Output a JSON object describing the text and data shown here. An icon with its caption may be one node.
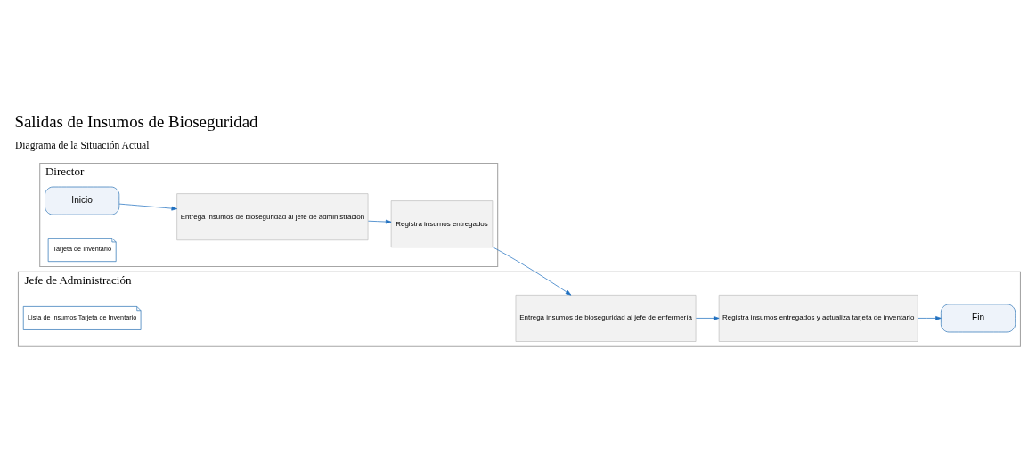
{
  "diagram": {
    "title": "Salidas de Insumos de Bioseguridad",
    "nodes": [
      {
        "text": [
          "Director"
        ]
      },
      {
        "text": [
          "Inicio"
        ],
        "in": 0
      },
      {
        "text": [
          "Entrega insumos de bioseguridad al jefe de administración"
        ],
        "in": 0
      },
      {
        "text": [
          "Registra insumos entregados"
        ],
        "in": 0
      },
      {
        "text": [
          "Tarjeta de Inventario"
        ],
        "in": 0
      },
      {
        "text": [
          "Jefe de Administración"
        ]
      },
      {
        "text": [
          "Entrega insumos de bioseguridad al jefe de enfermería"
        ],
        "in": 5
      },
      {
        "text": [
          "Registra insumos entregados y actualiza tarjeta de inventario"
        ],
        "in": 5
      },
      {
        "text": [
          "Fin"
        ],
        "in": 5
      },
      {
        "text": [
          "Lista de Insumos Tarjeta de Inventario"
        ],
        "in": 5
      }
    ],
    "edges": [
      {
        "from": 1,
        "to": 2,
        "arrow": "to"
      },
      {
        "from": 2,
        "to": 3,
        "arrow": "to"
      },
      {
        "from": 3,
        "to": 6,
        "arrow": "to"
      },
      {
        "from": 6,
        "to": 7,
        "arrow": "to"
      },
      {
        "from": 7,
        "to": 8,
        "arrow": "to"
      }
    ],
    "labels": [
      "Diagrama de la Situación Actual"
    ]
  }
}
